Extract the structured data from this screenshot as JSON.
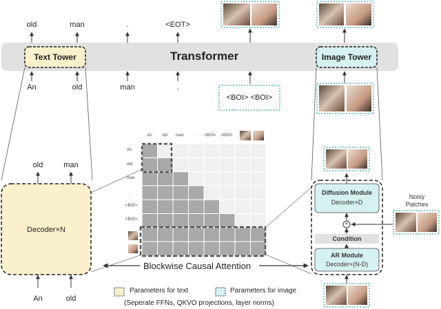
{
  "transformer_bar": {
    "title": "Transformer",
    "text_tower_label": "Text Tower",
    "image_tower_label": "Image Tower"
  },
  "text_outputs": [
    "old",
    "man",
    ".",
    "<EOT>"
  ],
  "text_inputs": [
    "An",
    "old",
    "man",
    "."
  ],
  "boi_box_label": "<BOI> <BOI>",
  "text_decoder": {
    "outputs": [
      "old",
      "man"
    ],
    "block_label": "Decoder×N",
    "inputs": [
      "An",
      "old"
    ]
  },
  "attention_matrix": {
    "column_labels": [
      "An",
      "old",
      "man",
      ".",
      "<BOI>",
      "<BOI>"
    ],
    "row_labels": [
      "An",
      "old",
      "man",
      ".",
      "<BOI>",
      "<BOI>"
    ],
    "caption": "Blockwise Causal Attention"
  },
  "image_decoder": {
    "diffusion_title": "Diffusion Module",
    "diffusion_sub": "Decoder×D",
    "plus_symbol": "+",
    "condition_label": "Condition",
    "ar_title": "AR Module",
    "ar_sub": "Decoder×(N-D)",
    "noisy_label_line1": "Noisy",
    "noisy_label_line2": "Patches"
  },
  "legend": {
    "text_params": "Parameters for text",
    "image_params": "Parameters for image",
    "note": "(Seperate FFNs, QKVO projections, layer norms)"
  },
  "colors": {
    "text_fill": "#FBF0CC",
    "image_fill": "#D6F1F1",
    "bar_fill": "#E1E1E1",
    "matrix_dark": "#A9A9A9",
    "matrix_light": "#F0F0F0"
  }
}
